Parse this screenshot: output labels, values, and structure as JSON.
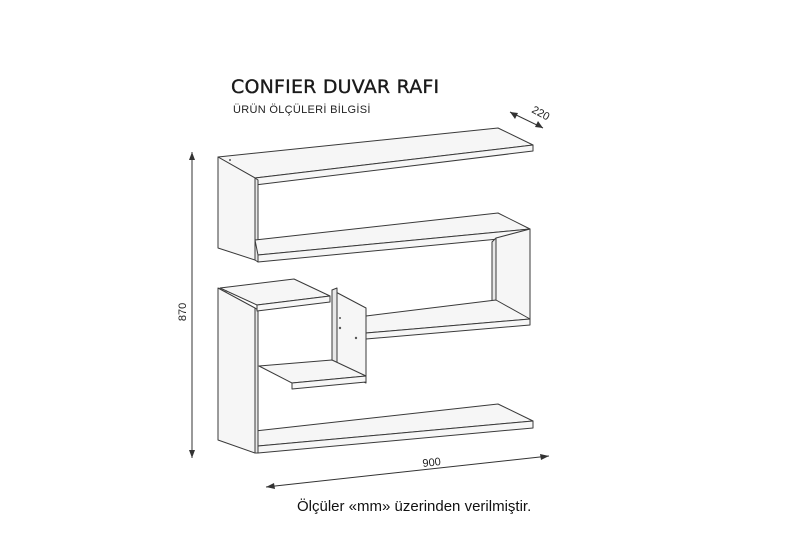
{
  "title": "CONFIER DUVAR RAFI",
  "subtitle": "ÜRÜN ÖLÇÜLERİ BİLGİSİ",
  "dimensions": {
    "depth": "220",
    "height": "870",
    "width": "900"
  },
  "note": "Ölçüler «mm» üzerinden verilmiştir.",
  "colors": {
    "panel_fill": "#f5f5f5",
    "outline": "#3a3a3a"
  }
}
